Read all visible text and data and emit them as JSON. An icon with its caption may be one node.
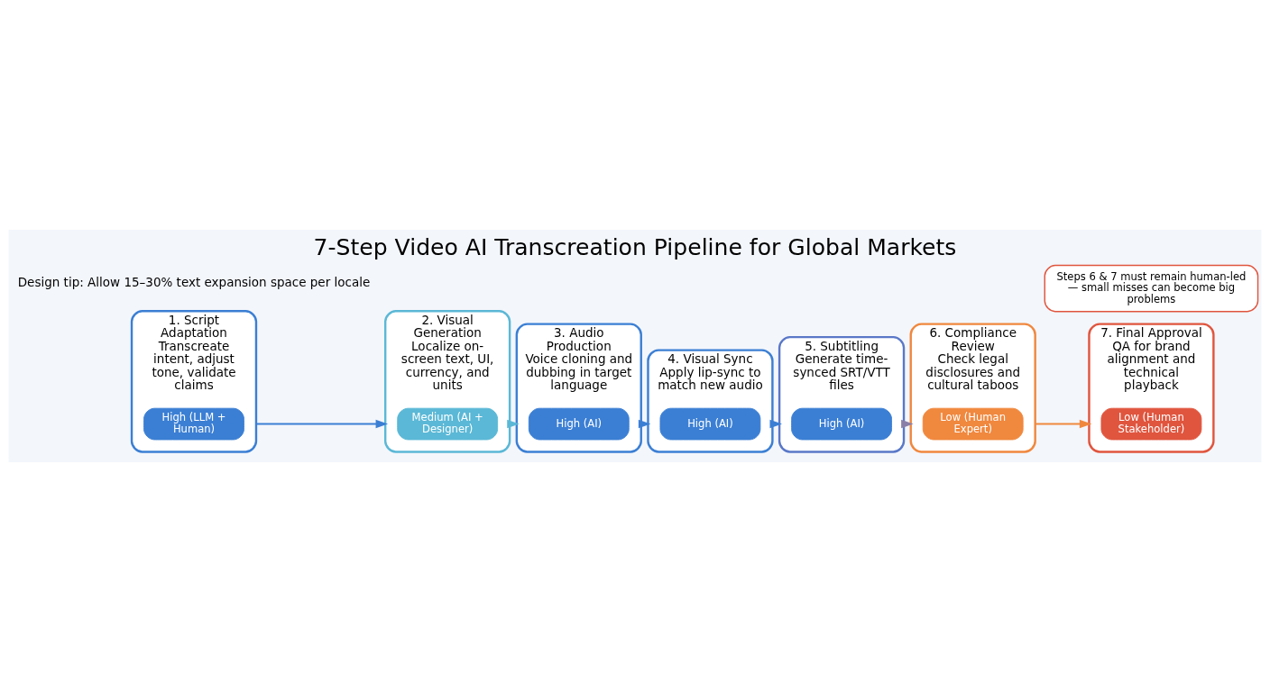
{
  "diagram": {
    "title": "7-Step Video AI Transcreation Pipeline for Global Markets",
    "nodes": [
      {
        "text": [
          "1. Script Adaptation",
          "Transcreate intent, adjust tone, validate claims"
        ]
      },
      {
        "text": [
          "High (LLM + Human)"
        ],
        "in": 0
      },
      {
        "text": [
          "2. Visual Generation",
          "Localize on-screen text, UI, currency, and units"
        ]
      },
      {
        "text": [
          "Medium (AI + Designer)"
        ],
        "in": 2
      },
      {
        "text": [
          "3. Audio Production",
          "Voice cloning and dubbing in target language"
        ]
      },
      {
        "text": [
          "High (AI)"
        ],
        "in": 4
      },
      {
        "text": [
          "4. Visual Sync",
          "Apply lip-sync to match new audio"
        ]
      },
      {
        "text": [
          "High (AI)"
        ],
        "in": 6
      },
      {
        "text": [
          "5. Subtitling",
          "Generate time-synced SRT/VTT files"
        ]
      },
      {
        "text": [
          "High (AI)"
        ],
        "in": 8
      },
      {
        "text": [
          "6. Compliance Review",
          "Check legal disclosures and cultural taboos"
        ]
      },
      {
        "text": [
          "Low (Human Expert)"
        ],
        "in": 10
      },
      {
        "text": [
          "7. Final Approval",
          "QA for brand alignment and technical playback"
        ]
      },
      {
        "text": [
          "Low (Human Stakeholder)"
        ],
        "in": 12
      },
      {
        "text": [
          "Steps 6 & 7 must remain human-led — small misses can become big problems"
        ]
      }
    ],
    "edges": [
      {
        "from": 0,
        "to": 2,
        "arrow": "to"
      },
      {
        "from": 2,
        "to": 4,
        "arrow": "to",
        "color": "#5bb8d6"
      },
      {
        "from": 4,
        "to": 6,
        "arrow": "to"
      },
      {
        "from": 6,
        "to": 8,
        "arrow": "to"
      },
      {
        "from": 8,
        "to": 10,
        "arrow": "to",
        "color": "#8a7fa8"
      },
      {
        "from": 10,
        "to": 12,
        "arrow": "to",
        "color": "#f0883e"
      }
    ],
    "labels": [
      "Design tip: Allow 15–30% text expansion space per locale"
    ]
  }
}
